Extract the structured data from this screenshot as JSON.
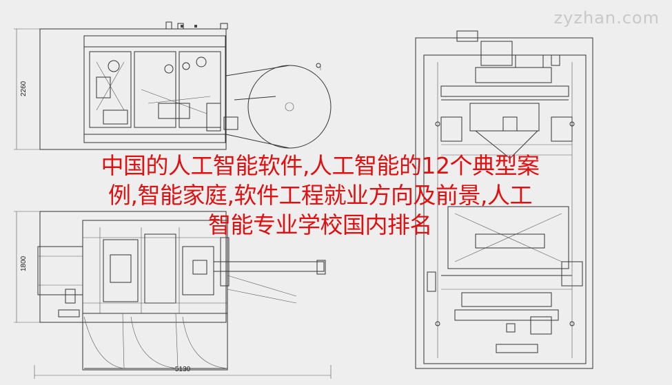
{
  "watermark": "zyzhan.com",
  "dimensions": {
    "height_top": "2260",
    "height_bottom": "1800",
    "width_total": "5130"
  },
  "overlay_lines": [
    "中国的人工智能软件,人工智能的12个典型案",
    "例,智能家庭,软件工程就业方向及前景,人工",
    "智能专业学校国内排名"
  ],
  "colors": {
    "background": "#eeeeee",
    "drawing": "#333333",
    "overlay_text": "#e01010",
    "watermark": "#c8c8c8"
  }
}
